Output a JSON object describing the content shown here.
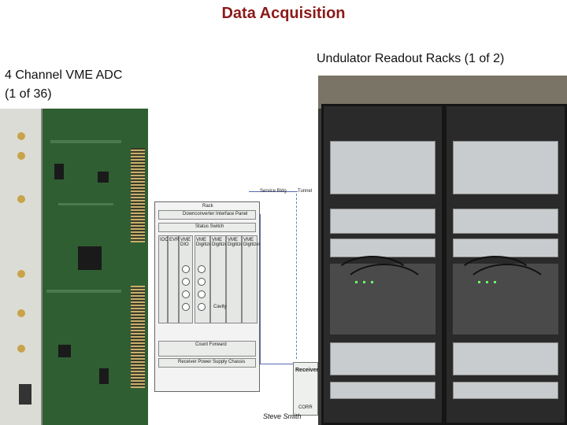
{
  "slide": {
    "title": "Data Acquisition",
    "left_label_line1": "4 Channel VME ADC",
    "left_label_line2": "(1 of 36)",
    "right_label": "Undulator Readout Racks (1 of 2)",
    "signature": "Steve Smith"
  },
  "diagram": {
    "service_bldg": "Service Bldg",
    "tunnel": "Tunnel",
    "rack": "Rack",
    "downconverter": "Downconverter Interface Panel",
    "status_switch": "Status Switch",
    "columns": [
      "IOC",
      "EVR",
      "VME DIO",
      "VME Digitizer",
      "VME Digitizer",
      "VME Digitizer",
      "VME Digitizer"
    ],
    "cavity_label": "Cavity",
    "count_forward": "Count Forward",
    "receiver_power": "Receiver Power Supply Chassis",
    "receiver": "Receiver",
    "corr": "CORR"
  }
}
